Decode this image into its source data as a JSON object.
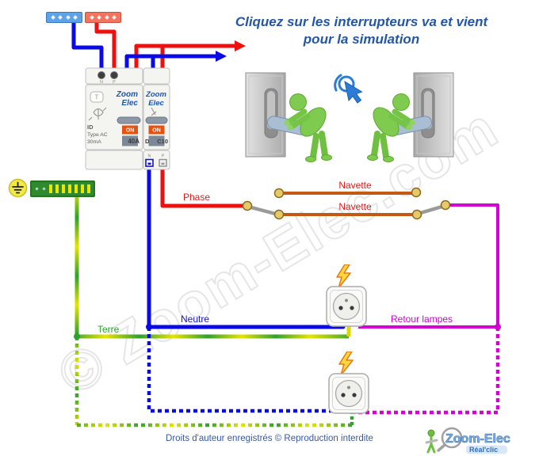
{
  "title": {
    "line1": "Cliquez sur les interrupteurs va et vient",
    "line2": "pour la simulation"
  },
  "panel": {
    "differential": {
      "brand_top": "Zoom",
      "brand_bottom": "Elec",
      "test": "T",
      "in_n": "N",
      "in_p": "P",
      "model": "ID",
      "type": "Type AC",
      "sensitivity": "30mA",
      "state": "ON",
      "rating": "40A"
    },
    "breaker": {
      "brand_top": "Zoom",
      "brand_bottom": "Elec",
      "state": "ON",
      "curve": "D",
      "rating": "C10",
      "out_n": "N",
      "out_p": "P"
    }
  },
  "labels": {
    "phase": "Phase",
    "navette_top": "Navette",
    "navette_bottom": "Navette",
    "neutre": "Neutre",
    "terre": "Terre",
    "retour": "Retour lampes"
  },
  "watermark": "© Zoom-Elec.com",
  "footer": "Droits d'auteur enregistrés © Reproduction interdite",
  "logo": {
    "brand": "Zoom-Elec",
    "tagline": "Réal'clic"
  },
  "colors": {
    "phase": "#ee0f0f",
    "neutre": "#0a0ae6",
    "navette": "#c25a14",
    "retour": "#d400d4",
    "terre_green": "#2fa12f",
    "terre_yellow": "#e8e400",
    "title_blue": "#2456a8",
    "on_button": "#e8500e",
    "contact_gold": "#e6c968"
  }
}
